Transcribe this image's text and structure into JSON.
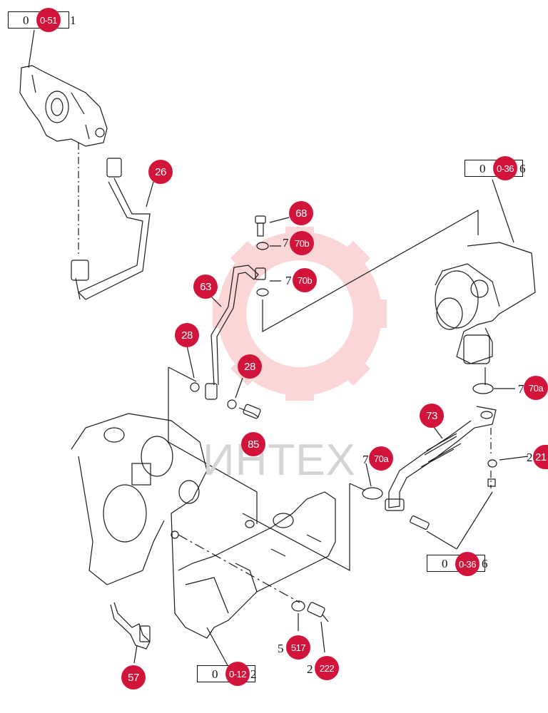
{
  "watermark": {
    "text": "ИНТЕХ",
    "gear_color": "#f28b8b"
  },
  "colors": {
    "callout": "#d2143a",
    "line": "#1a1a1a"
  },
  "ref_boxes": [
    {
      "id": "top-left",
      "prefix": "0",
      "code": "0-51",
      "suffix": "1"
    },
    {
      "id": "turbo",
      "prefix": "0",
      "code": "0-36",
      "suffix": "6"
    },
    {
      "id": "bottom-right",
      "prefix": "0",
      "code": "0-36",
      "suffix": "6"
    },
    {
      "id": "bottom",
      "prefix": "0",
      "code": "0-12",
      "suffix": "2"
    }
  ],
  "callouts": [
    {
      "id": "26",
      "label": "26",
      "prefix": ""
    },
    {
      "id": "68",
      "label": "68",
      "prefix": ""
    },
    {
      "id": "70b-1",
      "label": "70b",
      "prefix": "7"
    },
    {
      "id": "70b-2",
      "label": "70b",
      "prefix": "7"
    },
    {
      "id": "63",
      "label": "63",
      "prefix": ""
    },
    {
      "id": "28-1",
      "label": "28",
      "prefix": ""
    },
    {
      "id": "28-2",
      "label": "28",
      "prefix": ""
    },
    {
      "id": "85",
      "label": "85",
      "prefix": ""
    },
    {
      "id": "70a-1",
      "label": "70a",
      "prefix": "7"
    },
    {
      "id": "73",
      "label": "73",
      "prefix": ""
    },
    {
      "id": "70a-2",
      "label": "70a",
      "prefix": "7"
    },
    {
      "id": "21",
      "label": "21",
      "prefix": "2"
    },
    {
      "id": "517",
      "label": "517",
      "prefix": "5"
    },
    {
      "id": "222",
      "label": "222",
      "prefix": "2"
    },
    {
      "id": "57",
      "label": "57",
      "prefix": ""
    }
  ]
}
